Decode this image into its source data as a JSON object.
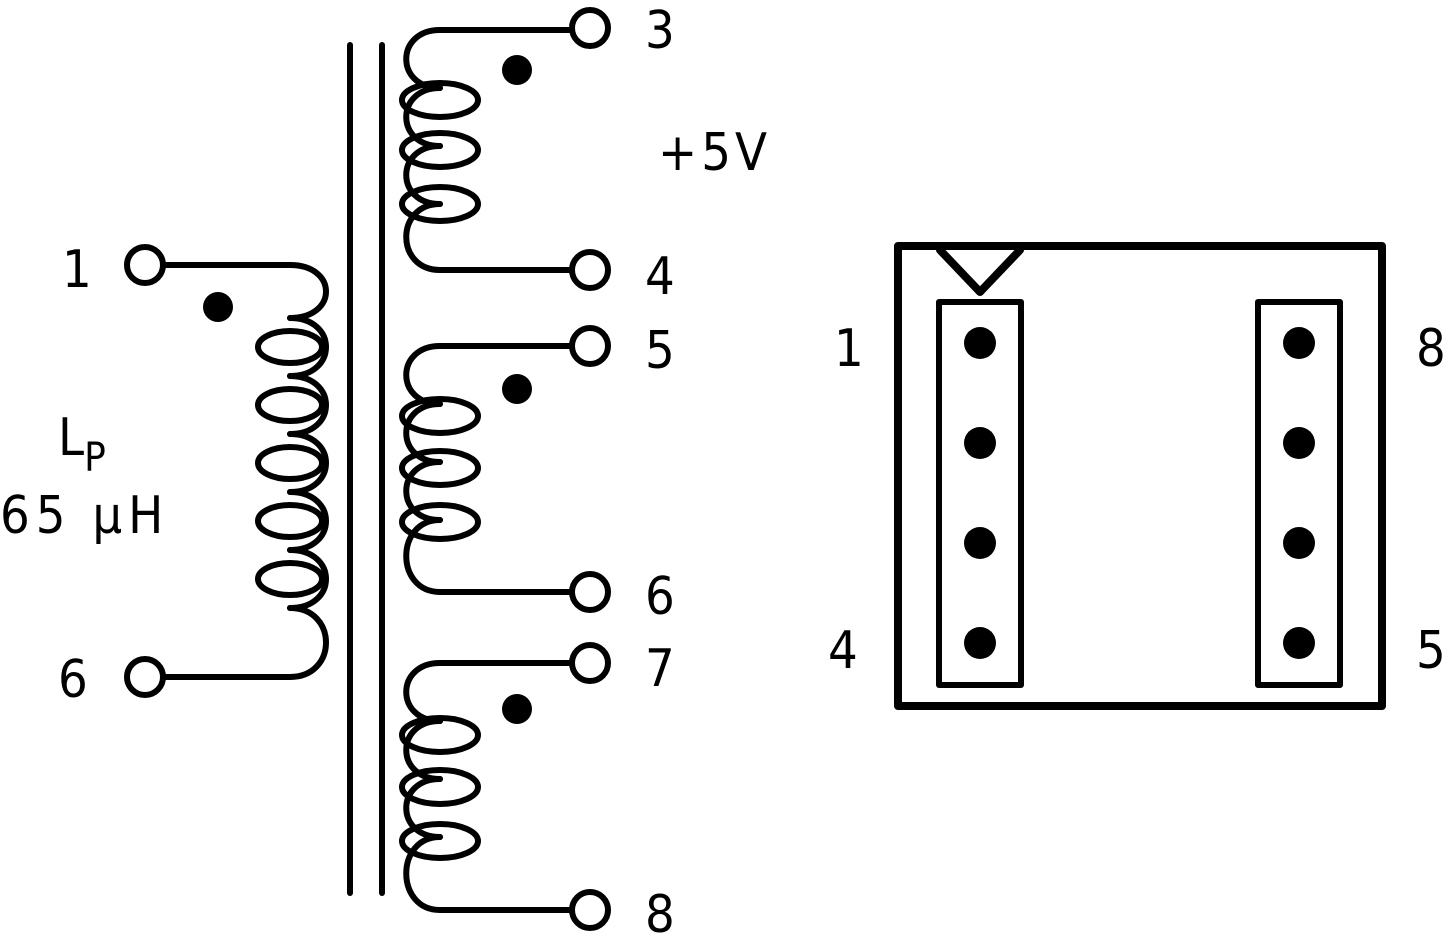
{
  "transformer": {
    "primary": {
      "label_main": "L",
      "label_sub": "P",
      "inductance": "65 μH",
      "pin_start": "1",
      "pin_end": "6"
    },
    "secondaries": [
      {
        "pin_start": "3",
        "pin_end": "4",
        "voltage": "+5V"
      },
      {
        "pin_start": "5",
        "pin_end": "6"
      },
      {
        "pin_start": "7",
        "pin_end": "8"
      }
    ]
  },
  "package": {
    "left_pins": [
      "1",
      "4"
    ],
    "right_pins": [
      "8",
      "5"
    ]
  }
}
